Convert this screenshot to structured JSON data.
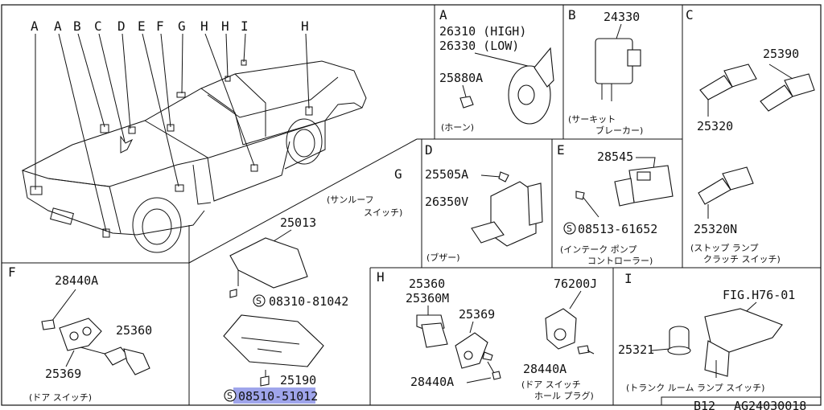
{
  "car": {
    "labels": [
      "A",
      "A",
      "B",
      "C",
      "D",
      "E",
      "F",
      "G",
      "H",
      "H",
      "I",
      "H"
    ]
  },
  "panel_A": {
    "letter": "A",
    "p1": "26310 (HIGH)",
    "p2": "26330 (LOW)",
    "p3": "25880A",
    "caption": "(ホーン)"
  },
  "panel_B": {
    "letter": "B",
    "p1": "24330",
    "caption1": "(サーキット",
    "caption2": "ブレーカー)"
  },
  "panel_C": {
    "letter": "C",
    "p1": "25390",
    "p2": "25320",
    "p3": "25320N",
    "caption1": "(ストップ ランプ",
    "caption2": "クラッチ スイッチ)"
  },
  "panel_D": {
    "letter": "D",
    "p1": "25505A",
    "p2": "26350V",
    "caption": "(ブザー)"
  },
  "panel_E": {
    "letter": "E",
    "p1": "28545",
    "p2": "08513-61652",
    "caption1": "(インテーク ポンプ",
    "caption2": "コントローラー)"
  },
  "panel_G": {
    "letter": "G",
    "caption1": "(サンルーフ",
    "caption2": "スイッチ)",
    "p1": "25013",
    "p2": "08310-81042",
    "p3": "25190",
    "p4": "08510-51012"
  },
  "panel_F": {
    "letter": "F",
    "p1": "28440A",
    "p2": "25360",
    "p3": "25369",
    "caption": "(ドア スイッチ)"
  },
  "panel_H": {
    "letter": "H",
    "p1": "25360",
    "p2": "25360M",
    "p3": "25369",
    "p4": "76200J",
    "p5": "28440A",
    "p6": "28440A",
    "caption1": "(ドア スイッチ",
    "caption2": "ホール プラグ)"
  },
  "panel_I": {
    "letter": "I",
    "p1": "FIG.H76-01",
    "p2": "25321",
    "caption": "(トランク ルーム ランプ スイッチ)"
  },
  "footer": {
    "code1": "B12",
    "code2": "AG24030018"
  },
  "symbols": {
    "bolt_mark": "S"
  }
}
